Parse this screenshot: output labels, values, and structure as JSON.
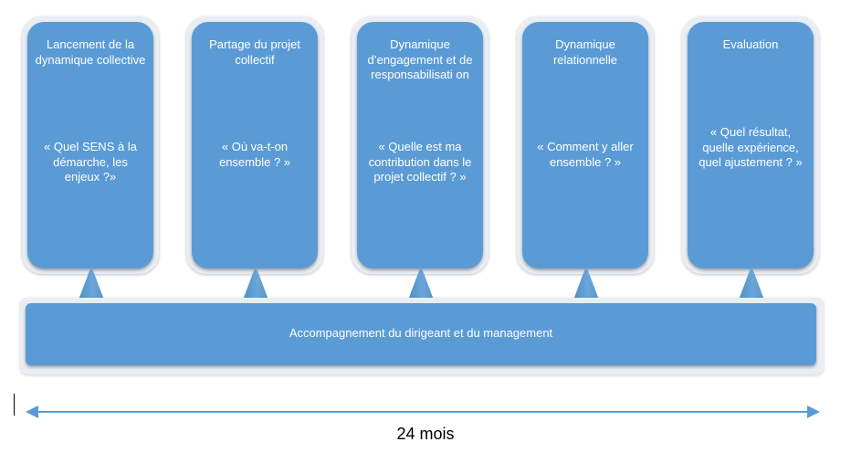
{
  "phases": [
    {
      "title": "Lancement de la dynamique collective",
      "question": "« Quel SENS à la démarche, les enjeux ?»"
    },
    {
      "title": "Partage du projet collectif",
      "question": "« Où va-t-on ensemble ? »"
    },
    {
      "title": "Dynamique d’engagement et de responsabilisati on",
      "question": "« Quelle est ma contribution dans le projet collectif ? »"
    },
    {
      "title": "Dynamique relationnelle",
      "question": "« Comment y aller ensemble ? »"
    },
    {
      "title": "Evaluation",
      "question": "« Quel résultat, quelle expérience, quel ajustement ? »"
    }
  ],
  "support_bar": {
    "label": "Accompagnement du dirigeant et du management"
  },
  "timeline": {
    "duration": "24 mois",
    "color": "#5b9bd5"
  },
  "colors": {
    "box": "#5b9bd5",
    "frame": "#e9eef4",
    "text": "#ffffff"
  }
}
